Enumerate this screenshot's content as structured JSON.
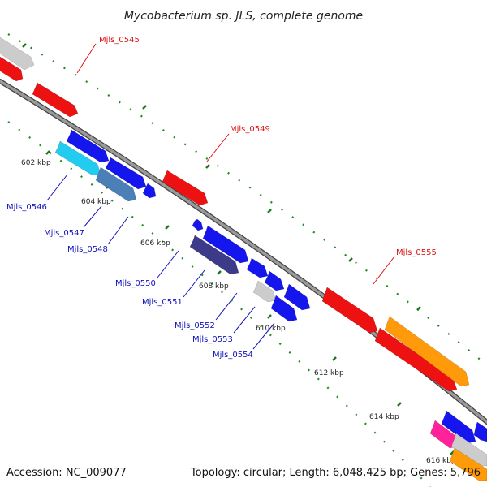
{
  "title": "Mycobacterium sp. JLS, complete genome",
  "footer": {
    "accession": "Accession: NC_009077",
    "summary": "Topology: circular; Length: 6,048,425 bp; Genes: 5,796"
  },
  "colors": {
    "backbone": "#8a8a8a",
    "tick": "#228B22",
    "label_forward": "#dd1111",
    "label_reverse": "#1111bb"
  },
  "ticks": [
    "602 kbp",
    "604 kbp",
    "606 kbp",
    "608 kbp",
    "610 kbp",
    "612 kbp",
    "614 kbp",
    "616 kbp"
  ],
  "gene_labels": {
    "forward": [
      "Mjls_0545",
      "Mjls_0549",
      "Mjls_0555"
    ],
    "reverse": [
      "Mjls_0546",
      "Mjls_0547",
      "Mjls_0548",
      "Mjls_0550",
      "Mjls_0551",
      "Mjls_0552",
      "Mjls_0553",
      "Mjls_0554"
    ]
  },
  "feature_colors": {
    "red": "#ee1111",
    "blue": "#1515ee",
    "light_blue": "#22ccf0",
    "steel_blue": "#4a7fb8",
    "dark_purple": "#3d3a8a",
    "grey": "#cccccc",
    "orange": "#ff9a0a",
    "pink": "#ff2299"
  }
}
